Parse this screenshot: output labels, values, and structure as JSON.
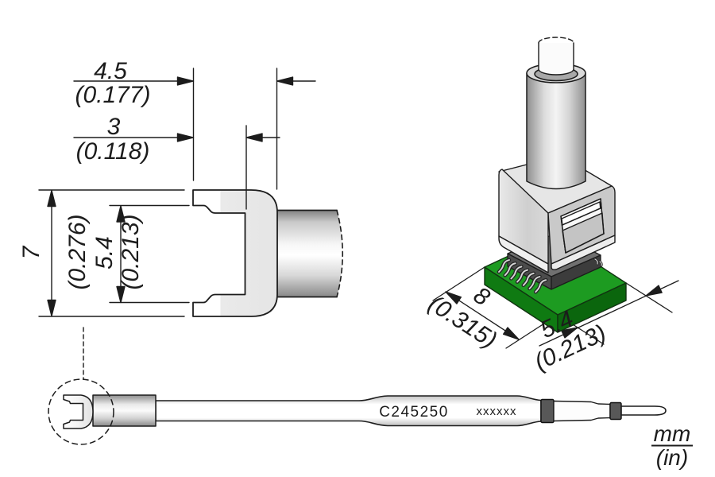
{
  "front_view": {
    "dim_overall_width_mm": "4.5",
    "dim_overall_width_in": "(0.177)",
    "dim_inner_depth_mm": "3",
    "dim_inner_depth_in": "(0.118)",
    "dim_outer_height_mm": "7",
    "dim_outer_height_in": "(0.276)",
    "dim_mouth_height_mm": "5.4",
    "dim_mouth_height_in": "(0.213)"
  },
  "iso_view": {
    "dim_length_mm": "8",
    "dim_length_in": "(0.315)",
    "dim_depth_mm": "5.4",
    "dim_depth_in": "(0.213)"
  },
  "cartridge": {
    "model": "C245250",
    "batch_code": "xxxxxx"
  },
  "units": {
    "primary": "mm",
    "secondary": "(in)"
  },
  "colors": {
    "line": "#1c1c1c",
    "pcb_top": "#1d9b21",
    "pcb_front": "#0f7a12",
    "pcb_side": "#0b660d",
    "chip_top": "#707070",
    "metal_band": "#585858"
  }
}
